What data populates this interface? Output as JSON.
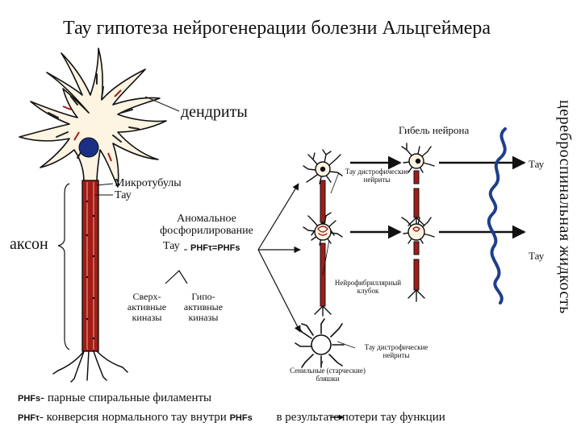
{
  "title": "Тау гипотеза нейрогенерации болезни Альцгеймера",
  "labels": {
    "dendrites": "дендриты",
    "microtubules": "Микротубулы",
    "tau": "Тау",
    "axon": "аксон",
    "abnormal_line1": "Аномальное",
    "abnormal_line2": "фосфорилирование",
    "abnormal_tau": "Тау",
    "phf_equation": "PHFτ=PHFs",
    "hyper_line1": "Сверх-",
    "hyper_line2": "активные",
    "hyper_line3": "киназы",
    "hypo_line1": "Гипо-",
    "hypo_line2": "активные",
    "hypo_line3": "киназы",
    "neuron_death": "Гибель нейрона",
    "dystrophic_top_line1": "Тау дистрофические",
    "dystrophic_top_line2": "нейриты",
    "tangle_line1": "Нейрофибриллярный",
    "tangle_line2": "клубок",
    "dystrophic_bottom_line1": "Тау дистрофические",
    "dystrophic_bottom_line2": "нейриты",
    "plaques_line1": "Сенильные (старческие)",
    "plaques_line2": "бляшки",
    "tau_right_top": "Тау",
    "tau_right_bottom": "Тау",
    "csf": "цереброспинальная жидкость"
  },
  "legend": {
    "phfs_abbr": "PHFs",
    "phfs_text": "- парные спиральные филаменты",
    "phft_abbr": "PHFτ",
    "phft_text": "- конверсия нормального тау внутри",
    "phfs_abbr2": "PHFs",
    "phft_text2": "в результате потери тау функции"
  },
  "colors": {
    "nucleus": "#1c2f86",
    "axon_fill": "#a31c18",
    "axon_mid": "#d77e67",
    "cell_fill": "#fdf4e2",
    "csf_wave": "#1e3f8c"
  }
}
